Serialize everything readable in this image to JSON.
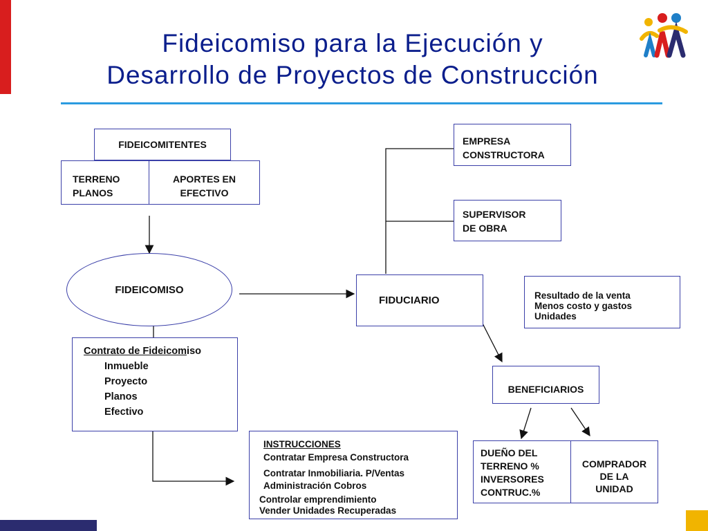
{
  "title_line1": "Fideicomiso para la Ejecución y",
  "title_line2": "Desarrollo  de Proyectos de Construcción",
  "fideicomitentes": "FIDEICOMITENTES",
  "terreno_line1": "TERRENO",
  "terreno_line2": "PLANOS",
  "aportes_line1": "APORTES EN",
  "aportes_line2": "EFECTIVO",
  "fideicomiso": "FIDEICOMISO",
  "contrato": {
    "heading_underlined": "Contrato de Fideicom",
    "heading_rest": "iso",
    "items": [
      "Inmueble",
      "Proyecto",
      "Planos",
      "Efectivo"
    ]
  },
  "instrucciones": {
    "heading": "INSTRUCCIONES",
    "items": [
      "Contratar Empresa Constructora",
      "Contratar Inmobiliaria. P/Ventas",
      "Administración Cobros",
      "Controlar emprendimiento",
      "Vender Unidades Recuperadas"
    ]
  },
  "empresa_line1": "EMPRESA",
  "empresa_line2": "CONSTRUCTORA",
  "supervisor_line1": "SUPERVISOR",
  "supervisor_line2": "DE OBRA",
  "fiduciario": "FIDUCIARIO",
  "resultado": {
    "line1": "Resultado de la venta",
    "line2": "Menos costo y gastos",
    "line3": "Unidades"
  },
  "beneficiarios": "BENEFICIARIOS",
  "dueno": {
    "line1": "DUEÑO DEL",
    "line2": "TERRENO %",
    "line3": "INVERSORES",
    "line4": "CONTRUC.%"
  },
  "comprador": {
    "line1": "COMPRADOR",
    "line2": "DE LA",
    "line3": "UNIDAD"
  },
  "colors": {
    "title": "#0b1e8c",
    "box_border": "#3a3fa8",
    "rule": "#2a9be0",
    "red_bar": "#d81e1e",
    "navy_bar": "#2b2c6f",
    "yellow_square": "#f1b400"
  }
}
